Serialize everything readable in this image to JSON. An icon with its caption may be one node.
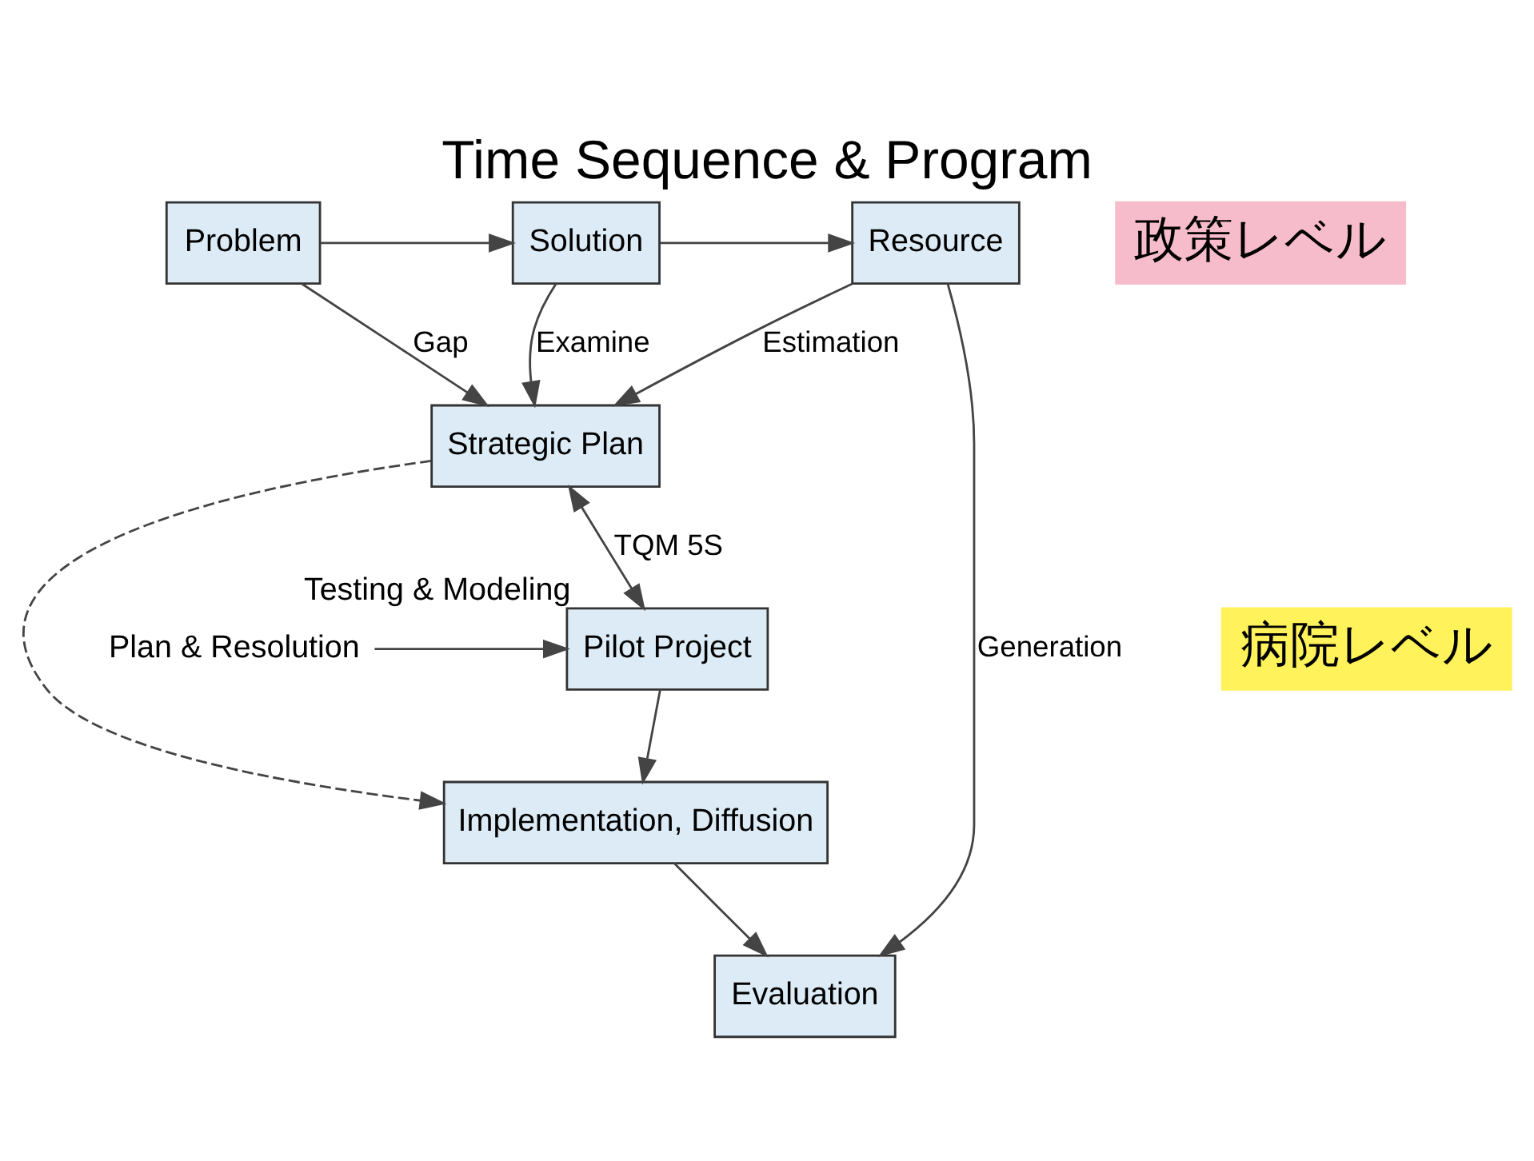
{
  "diagram": {
    "title": "Time Sequence & Program",
    "nodes": [
      {
        "text": [
          "Problem"
        ]
      },
      {
        "text": [
          "Solution"
        ]
      },
      {
        "text": [
          "Resource"
        ]
      },
      {
        "text": [
          "Strategic Plan"
        ]
      },
      {
        "text": [
          "Pilot Project"
        ],
        "beside": [
          "Testing & Modeling"
        ]
      },
      {
        "text": [
          "Implementation, Diffusion"
        ]
      },
      {
        "text": [
          "Evaluation"
        ]
      },
      {
        "text": [
          "政策レベル"
        ]
      },
      {
        "text": [
          "病院レベル"
        ]
      },
      {
        "text": [
          "Plan & Resolution"
        ]
      }
    ],
    "edges": [
      {
        "from": 0,
        "to": 1,
        "arrow": "to"
      },
      {
        "from": 1,
        "to": 2,
        "arrow": "to"
      },
      {
        "from": 0,
        "to": 3,
        "arrow": "to",
        "label": "Gap"
      },
      {
        "from": 1,
        "to": 3,
        "arrow": "to",
        "label": "Examine"
      },
      {
        "from": 2,
        "to": 3,
        "arrow": "to",
        "label": "Estimation"
      },
      {
        "from": 3,
        "to": 4,
        "arrow": "both",
        "label": "TQM 5S"
      },
      {
        "from": 3,
        "to": 5,
        "arrow": "to",
        "style": "dashed"
      },
      {
        "from": 4,
        "to": 5,
        "arrow": "to"
      },
      {
        "from": 5,
        "to": 6,
        "arrow": "to"
      },
      {
        "from": 2,
        "to": 6,
        "arrow": "to",
        "label": "Generation"
      },
      {
        "from": 9,
        "to": 4,
        "arrow": "to"
      }
    ]
  }
}
